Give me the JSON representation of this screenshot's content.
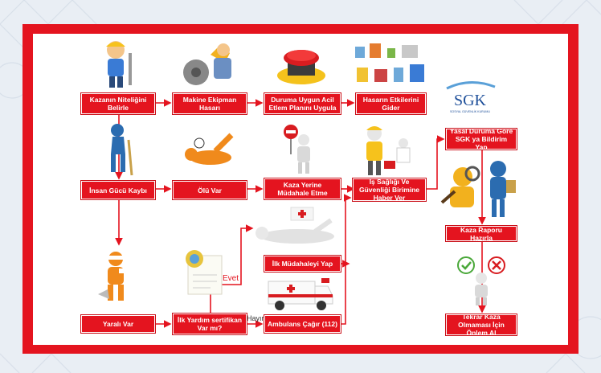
{
  "diagram": {
    "row1": {
      "b1": "Kazanın Niteliğini Belirle",
      "b2": "Makine Ekipman Hasarı",
      "b3": "Duruma Uygun Acil Etlem Planını Uygula",
      "b4": "Hasarın Etkilerini Gider"
    },
    "row2": {
      "b1": "İnsan Gücü Kaybı",
      "b2": "Ölü Var",
      "b3": "Kaza Yerine Müdahale Etme",
      "b4": "İş Sağlığı Ve Güvenliği Birimine Haber Ver"
    },
    "right": {
      "b1": "Yasal Duruma Göre SGK ya Bildirim Yap",
      "b2": "Kaza Raporu Hazırla",
      "b3": "Tekrar Kaza Olmaması İçin Önlem Al"
    },
    "bottom": {
      "b1": "Yaralı Var",
      "b2": "İlk Yardım sertifikan Var mı?",
      "b3": "Ambulans Çağır (112)",
      "b4": "İlk Müdahaleyi Yap"
    },
    "labels": {
      "yes": "Evet",
      "no": "Hayır"
    },
    "logo": {
      "text": "SGK",
      "subtext": "SOSYAL GÜVENLİK KURUMU"
    }
  },
  "colors": {
    "frame": "#e4141f",
    "box": "#e4141f",
    "line": "#e4141f",
    "background": "#e9eef4"
  }
}
